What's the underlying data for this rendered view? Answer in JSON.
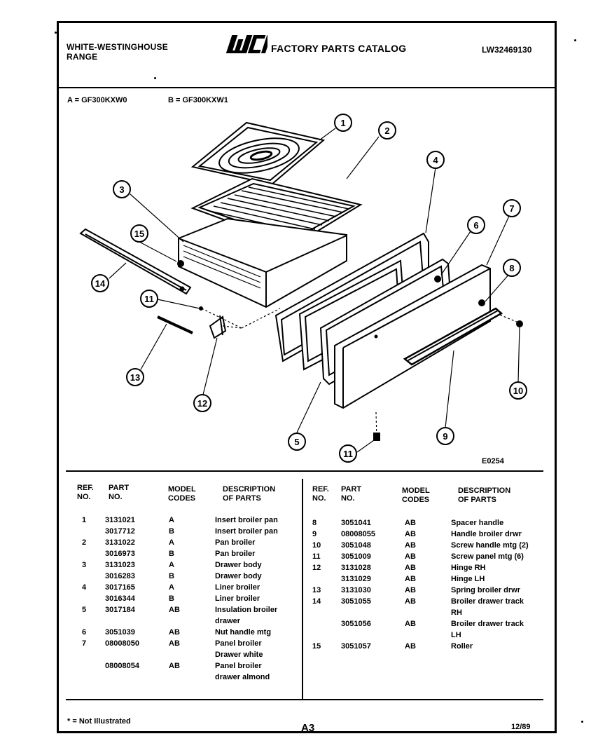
{
  "header": {
    "brand_line1": "WHITE-WESTINGHOUSE",
    "brand_line2": "RANGE",
    "logo_text": "WCI",
    "catalog_title": "FACTORY PARTS CATALOG",
    "catalog_number": "LW32469130"
  },
  "models": {
    "a": "A = GF300KXW0",
    "b": "B = GF300KXW1"
  },
  "diagram": {
    "code": "E0254",
    "callouts": [
      "1",
      "2",
      "3",
      "4",
      "5",
      "6",
      "7",
      "8",
      "9",
      "10",
      "11",
      "12",
      "13",
      "14",
      "15",
      "11"
    ]
  },
  "table": {
    "headers": {
      "ref": [
        "REF.",
        "NO."
      ],
      "part": [
        "PART",
        "NO."
      ],
      "model": [
        "MODEL",
        "CODES"
      ],
      "desc": [
        "DESCRIPTION",
        "OF PARTS"
      ]
    },
    "left_rows": [
      {
        "ref": "1",
        "part": "3131021",
        "model": "A",
        "desc": "Insert broiler pan"
      },
      {
        "ref": "",
        "part": "3017712",
        "model": "B",
        "desc": "Insert broiler pan"
      },
      {
        "ref": "2",
        "part": "3131022",
        "model": "A",
        "desc": "Pan broiler"
      },
      {
        "ref": "",
        "part": "3016973",
        "model": "B",
        "desc": "Pan broiler"
      },
      {
        "ref": "3",
        "part": "3131023",
        "model": "A",
        "desc": "Drawer body"
      },
      {
        "ref": "",
        "part": "3016283",
        "model": "B",
        "desc": "Drawer body"
      },
      {
        "ref": "4",
        "part": "3017165",
        "model": "A",
        "desc": "Liner broiler"
      },
      {
        "ref": "",
        "part": "3016344",
        "model": "B",
        "desc": "Liner broiler"
      },
      {
        "ref": "5",
        "part": "3017184",
        "model": "AB",
        "desc": "Insulation broiler"
      },
      {
        "ref": "",
        "part": "",
        "model": "",
        "desc": "drawer"
      },
      {
        "ref": "6",
        "part": "3051039",
        "model": "AB",
        "desc": "Nut handle mtg"
      },
      {
        "ref": "7",
        "part": "08008050",
        "model": "AB",
        "desc": "Panel broiler"
      },
      {
        "ref": "",
        "part": "",
        "model": "",
        "desc": "Drawer white"
      },
      {
        "ref": "",
        "part": "08008054",
        "model": "AB",
        "desc": "Panel broiler"
      },
      {
        "ref": "",
        "part": "",
        "model": "",
        "desc": "drawer almond"
      }
    ],
    "right_rows": [
      {
        "ref": "8",
        "part": "3051041",
        "model": "AB",
        "desc": "Spacer handle"
      },
      {
        "ref": "9",
        "part": "08008055",
        "model": "AB",
        "desc": "Handle broiler drwr"
      },
      {
        "ref": "10",
        "part": "3051048",
        "model": "AB",
        "desc": "Screw handle mtg (2)"
      },
      {
        "ref": "11",
        "part": "3051009",
        "model": "AB",
        "desc": "Screw panel mtg (6)"
      },
      {
        "ref": "12",
        "part": "3131028",
        "model": "AB",
        "desc": "Hinge RH"
      },
      {
        "ref": "",
        "part": "3131029",
        "model": "AB",
        "desc": "Hinge LH"
      },
      {
        "ref": "13",
        "part": "3131030",
        "model": "AB",
        "desc": "Spring broiler drwr"
      },
      {
        "ref": "14",
        "part": "3051055",
        "model": "AB",
        "desc": "Broiler drawer track"
      },
      {
        "ref": "",
        "part": "",
        "model": "",
        "desc": "RH"
      },
      {
        "ref": "",
        "part": "3051056",
        "model": "AB",
        "desc": "Broiler drawer track"
      },
      {
        "ref": "",
        "part": "",
        "model": "",
        "desc": "LH"
      },
      {
        "ref": "15",
        "part": "3051057",
        "model": "AB",
        "desc": "Roller"
      }
    ]
  },
  "footer": {
    "note": "* = Not Illustrated",
    "page": "A3",
    "date": "12/89"
  }
}
